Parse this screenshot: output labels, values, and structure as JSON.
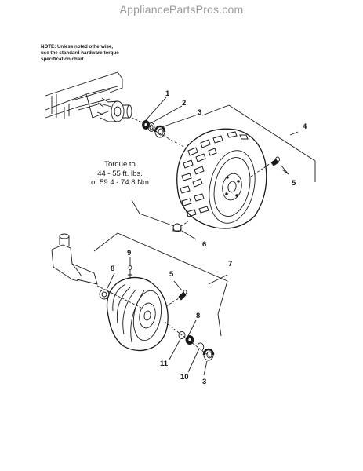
{
  "watermark": "AppliancePartsPros.com",
  "note": {
    "line1": "NOTE: Unless noted otherwise,",
    "line2": "use the standard hardware torque",
    "line3": "specification chart."
  },
  "torque": {
    "line1": "Torque to",
    "line2": "44 - 55 ft. lbs.",
    "line3": "or 59.4 - 74.8 Nm"
  },
  "callouts": {
    "c1": "1",
    "c2": "2",
    "c3_top": "3",
    "c4": "4",
    "c5_top": "5",
    "c6": "6",
    "c7": "7",
    "c8_left": "8",
    "c9": "9",
    "c5_lower": "5",
    "c8_right": "8",
    "c11": "11",
    "c10": "10",
    "c3_bottom": "3"
  }
}
